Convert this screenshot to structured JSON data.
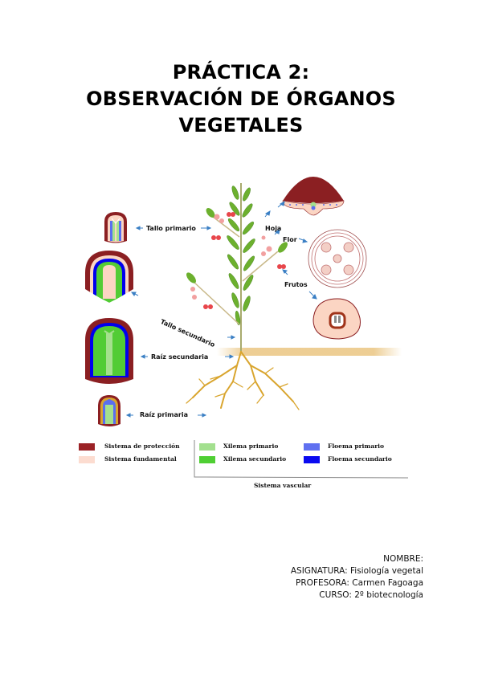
{
  "title": {
    "line1": "PRÁCTICA 2:",
    "line2": "OBSERVACIÓN DE ÓRGANOS",
    "line3": "VEGETALES"
  },
  "figure": {
    "labels": {
      "tallo_primario": "Tallo primario",
      "hoja": "Hoja",
      "flor": "Flor",
      "frutos": "Frutos",
      "tallo_secundario": "Tallo secundario",
      "raiz_secundaria": "Raíz secundaria",
      "raiz_primaria": "Raíz primaria"
    },
    "legend": {
      "items": [
        {
          "label": "Sistema de protección",
          "color": "#9b2226"
        },
        {
          "label": "Sistema fundamental",
          "color": "#fcdcd0"
        },
        {
          "label": "Xilema primario",
          "color": "#a3e08f"
        },
        {
          "label": "Xilema secundario",
          "color": "#4fcf33"
        },
        {
          "label": "Floema primario",
          "color": "#6070f0"
        },
        {
          "label": "Floema secundario",
          "color": "#0a0af0"
        }
      ],
      "group_label": "Sistema vascular"
    },
    "colors": {
      "proteccion": "#8b1f22",
      "fundamental": "#fbd5c3",
      "xilema_primario": "#a5e08e",
      "xilema_secundario": "#52cc35",
      "floema_primario": "#5a6ef0",
      "floema_secundario": "#0000ee",
      "raiz": "#d9a52e",
      "suelo": "#e9c27a",
      "hoja_planta": "#6cb02e",
      "fruto": "#e8464b",
      "flor": "#f2a0a0",
      "arrow": "#3a7fc4"
    }
  },
  "info": {
    "nombre": "NOMBRE:",
    "asignatura": "ASIGNATURA: Fisiología vegetal",
    "profesora": "PROFESORA: Carmen Fagoaga",
    "curso": "CURSO: 2º biotecnología"
  }
}
